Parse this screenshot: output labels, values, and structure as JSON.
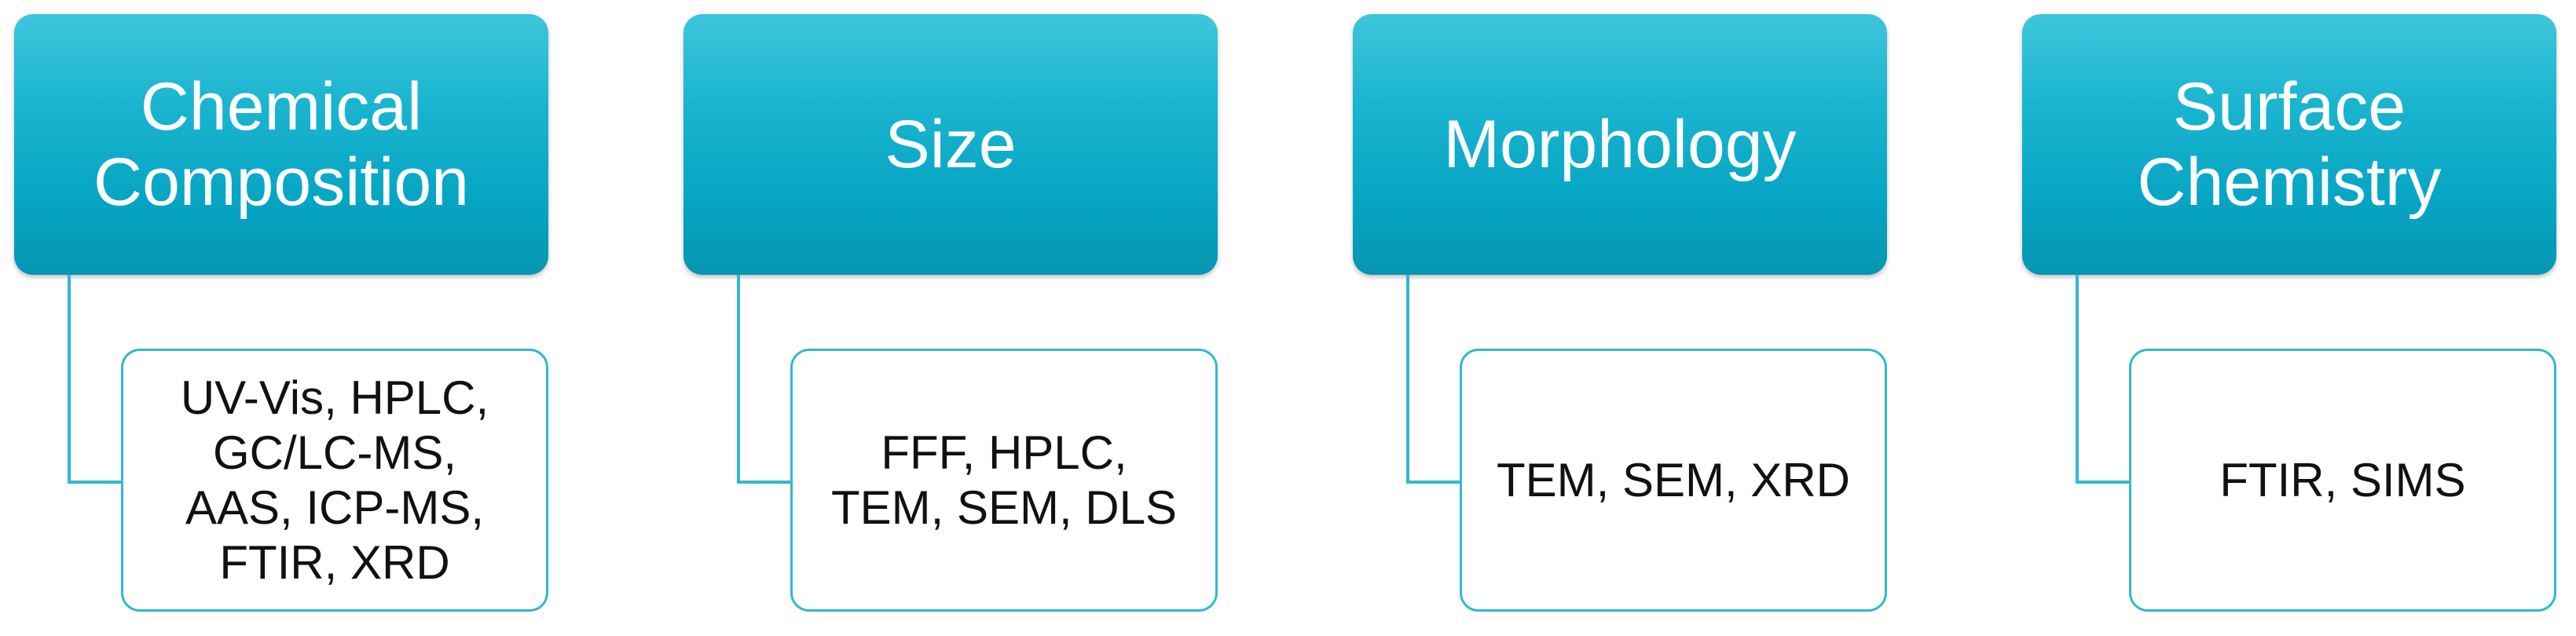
{
  "colors": {
    "header_fill": "#1ab4cf",
    "header_text": "#ffffff",
    "child_border": "#33b8cf",
    "child_text": "#111111"
  },
  "groups": [
    {
      "title_lines": [
        "Chemical",
        "Composition"
      ],
      "item_lines": [
        "UV-Vis, HPLC,",
        "GC/LC-MS,",
        "AAS, ICP-MS,",
        "FTIR, XRD"
      ]
    },
    {
      "title_lines": [
        "Size"
      ],
      "item_lines": [
        "FFF, HPLC,",
        "TEM, SEM, DLS"
      ]
    },
    {
      "title_lines": [
        "Morphology"
      ],
      "item_lines": [
        "TEM, SEM, XRD"
      ]
    },
    {
      "title_lines": [
        "Surface",
        "Chemistry"
      ],
      "item_lines": [
        "FTIR, SIMS"
      ]
    }
  ]
}
